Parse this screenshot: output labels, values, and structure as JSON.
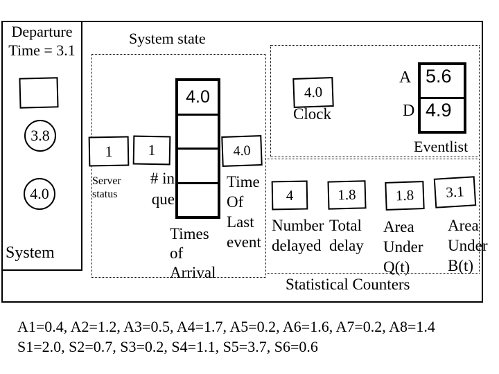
{
  "colors": {
    "ink": "#000000",
    "background": "#ffffff"
  },
  "departure_box": {
    "line1": "Departure",
    "line2": "Time = 3.1"
  },
  "left_panel": {
    "circle1": "3.8",
    "circle2": "4.0",
    "label": "System"
  },
  "system_state": {
    "title": "System state",
    "server_status": {
      "value1": "1",
      "value2": "1",
      "label_lines": [
        "Server",
        "status"
      ]
    },
    "num_in_queue_label_lines": [
      "# in",
      "que"
    ],
    "queue": {
      "cells": [
        "4.0",
        "",
        "",
        ""
      ]
    },
    "times_of_arrival_label_lines": [
      "Times",
      "of",
      "Arrival"
    ],
    "time_of_last_event": {
      "value": "4.0",
      "label_lines": [
        "Time",
        "Of",
        "Last",
        "event"
      ]
    }
  },
  "clock": {
    "value": "4.0",
    "label": "Clock"
  },
  "eventlist": {
    "label": "Eventlist",
    "rows": [
      {
        "key": "A",
        "value": "5.6"
      },
      {
        "key": "D",
        "value": "4.9"
      }
    ]
  },
  "statistical_counters": {
    "title": "Statistical Counters",
    "counters": [
      {
        "value": "4",
        "label_lines": [
          "Number",
          "delayed"
        ]
      },
      {
        "value": "1.8",
        "label_lines": [
          "Total",
          "delay"
        ]
      },
      {
        "value": "1.8",
        "label_lines": [
          "Area",
          "Under",
          "Q(t)"
        ]
      },
      {
        "value": "3.1",
        "label_lines": [
          "Area",
          "Under",
          "B(t)"
        ]
      }
    ]
  },
  "footer": {
    "line1": "A1=0.4, A2=1.2, A3=0.5, A4=1.7, A5=0.2, A6=1.6, A7=0.2, A8=1.4",
    "line2": "S1=2.0, S2=0.7, S3=0.2, S4=1.1, S5=3.7, S6=0.6"
  }
}
